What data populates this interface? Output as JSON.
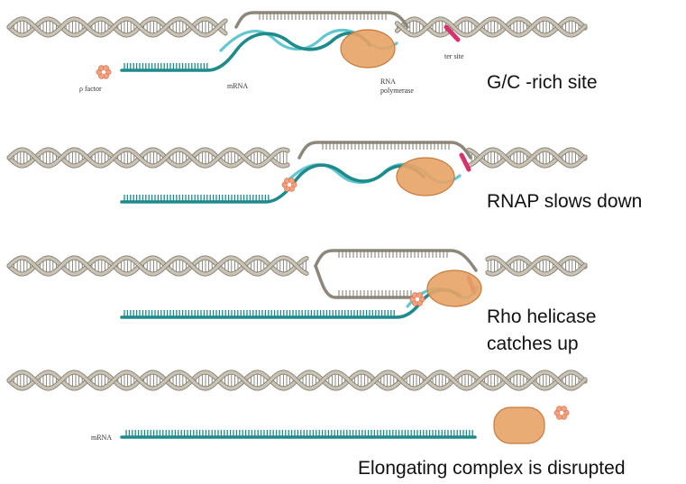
{
  "diagram": {
    "colors": {
      "dna_backbone": "#c9c4b5",
      "dna_edge": "#8c877a",
      "rung": "#7f7a6e",
      "rna": "#1f8a8a",
      "rna_template": "#63c7d1",
      "polymerase": "#e8a366",
      "polymerase_edge": "#c37b3f",
      "rho": "#f3a07f",
      "ter_site": "#d6336c"
    },
    "panels": [
      {
        "caption": "G/C -rich site",
        "labels": {
          "rho_factor": "ρ factor",
          "mrna": "mRNA",
          "rna_polymerase": "RNA polymerase",
          "ter_site": "ter site"
        }
      },
      {
        "caption": "RNAP slows down"
      },
      {
        "caption_line1": "Rho helicase",
        "caption_line2": "catches up"
      },
      {
        "caption": "Elongating complex is disrupted",
        "mrna_label": "mRNA"
      }
    ]
  }
}
